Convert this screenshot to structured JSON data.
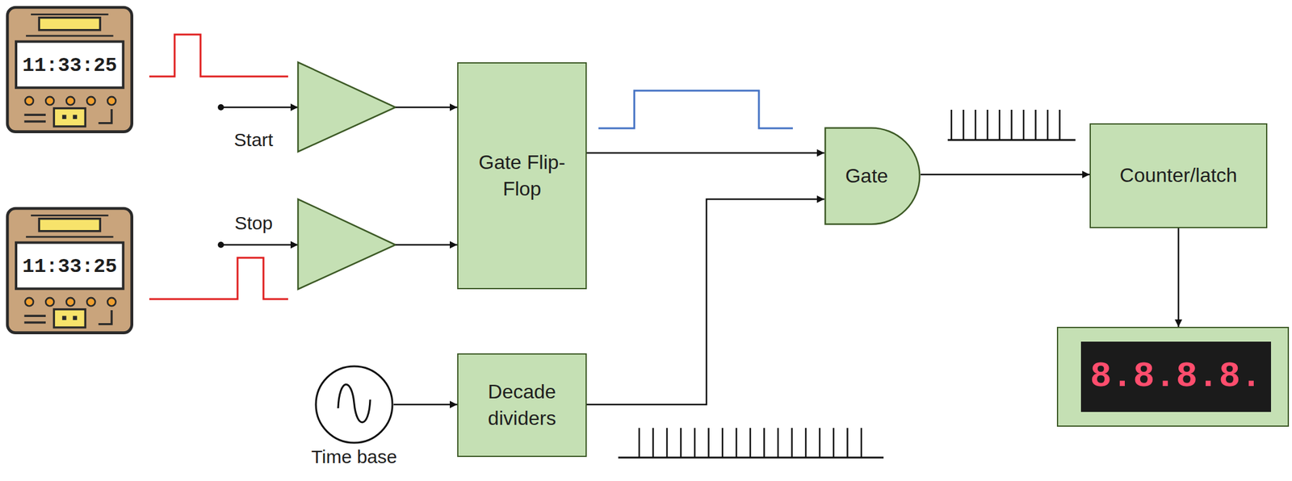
{
  "diagram": {
    "nodes": [
      {
        "text": [
          "Gate Flip-Flop"
        ]
      },
      {
        "text": [
          "Gate"
        ]
      },
      {
        "text": [
          "Counter/latch"
        ]
      },
      {
        "text": [
          "Time base"
        ]
      },
      {
        "text": [
          "Decade dividers"
        ]
      },
      {
        "text": [
          "8.8.8.8."
        ]
      }
    ],
    "edges": [
      {
        "from": 0,
        "to": 1,
        "arrow": "to"
      },
      {
        "from": 4,
        "to": 1,
        "arrow": "to"
      },
      {
        "from": 1,
        "to": 2,
        "arrow": "to"
      },
      {
        "from": 2,
        "to": 5,
        "arrow": "to"
      },
      {
        "from": 3,
        "to": 4,
        "arrow": "to"
      }
    ],
    "labels": [
      "11:33:25",
      "Start",
      "Stop",
      "11:33:25"
    ]
  }
}
